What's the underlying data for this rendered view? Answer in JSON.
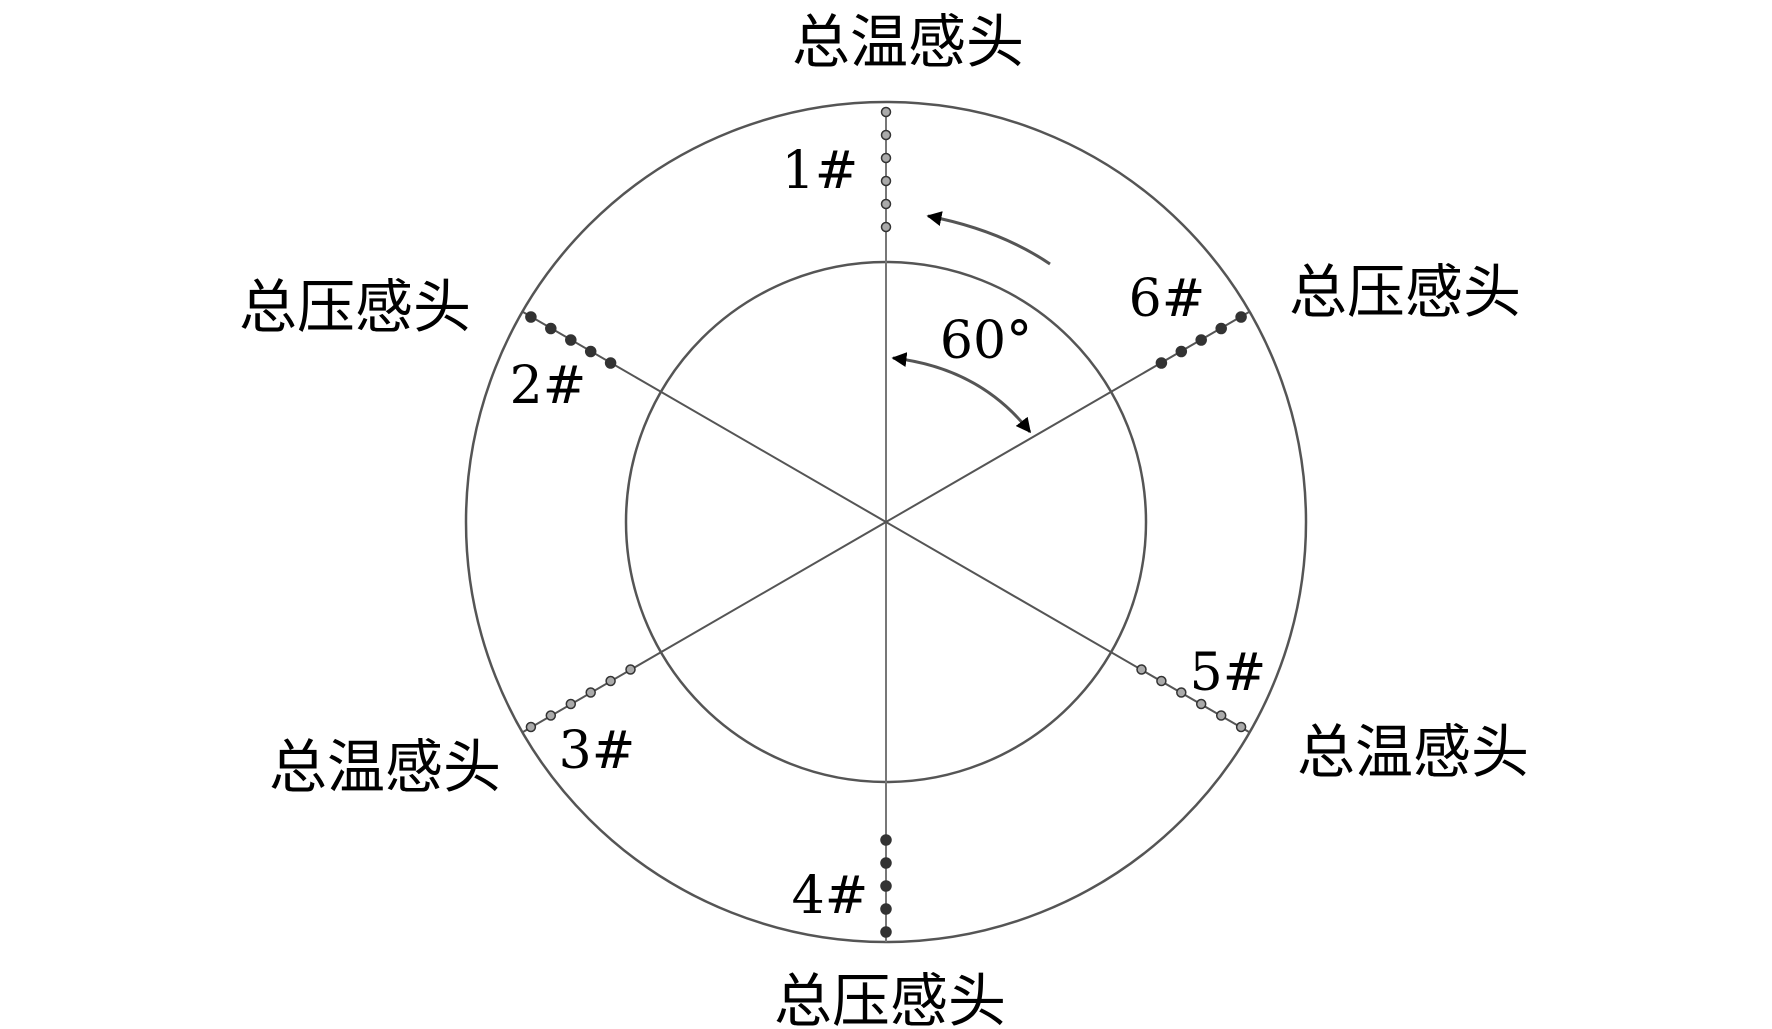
{
  "labels": {
    "top": "总温感头",
    "upper_left": "总压感头",
    "upper_right": "总压感头",
    "lower_left": "总温感头",
    "lower_right": "总温感头",
    "bottom": "总压感头"
  },
  "rakes": [
    {
      "id": "1#",
      "probe_type": "total-temperature",
      "probe_count": 6
    },
    {
      "id": "2#",
      "probe_type": "total-pressure",
      "probe_count": 5
    },
    {
      "id": "3#",
      "probe_type": "total-temperature",
      "probe_count": 6
    },
    {
      "id": "4#",
      "probe_type": "total-pressure",
      "probe_count": 5
    },
    {
      "id": "5#",
      "probe_type": "total-temperature",
      "probe_count": 6
    },
    {
      "id": "6#",
      "probe_type": "total-pressure",
      "probe_count": 5
    }
  ],
  "angle_label": "60°",
  "colors": {
    "line": "#555555",
    "probe": "#333333",
    "arrow": "#000000"
  }
}
